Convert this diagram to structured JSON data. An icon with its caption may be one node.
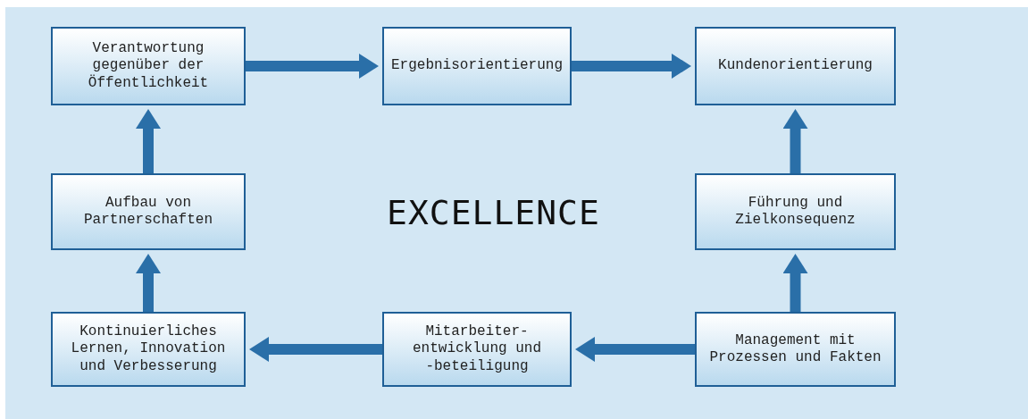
{
  "diagram": {
    "nodes": [
      {
        "text": [
          "Verantwortung gegenüber der Öffentlichkeit"
        ]
      },
      {
        "text": [
          "Ergebnisorientierung"
        ]
      },
      {
        "text": [
          "Kundenorientierung"
        ]
      },
      {
        "text": [
          "Aufbau von Partnerschaften"
        ]
      },
      {
        "text": [
          "Führung und Zielkonsequenz"
        ]
      },
      {
        "text": [
          "Kontinuierliches Lernen, Innovation und Verbesserung"
        ]
      },
      {
        "text": [
          "Mitarbeiter- entwicklung und -beteiligung"
        ]
      },
      {
        "text": [
          "Management mit Prozessen und Fakten"
        ]
      }
    ],
    "edges": [
      {
        "from": 0,
        "to": 1,
        "arrow": "to"
      },
      {
        "from": 1,
        "to": 2,
        "arrow": "to"
      },
      {
        "from": 3,
        "to": 0,
        "arrow": "to"
      },
      {
        "from": 4,
        "to": 2,
        "arrow": "to"
      },
      {
        "from": 5,
        "to": 3,
        "arrow": "to"
      },
      {
        "from": 7,
        "to": 4,
        "arrow": "to"
      },
      {
        "from": 6,
        "to": 5,
        "arrow": "to"
      },
      {
        "from": 7,
        "to": 6,
        "arrow": "to"
      }
    ],
    "labels": [
      "EXCELLENCE"
    ]
  }
}
